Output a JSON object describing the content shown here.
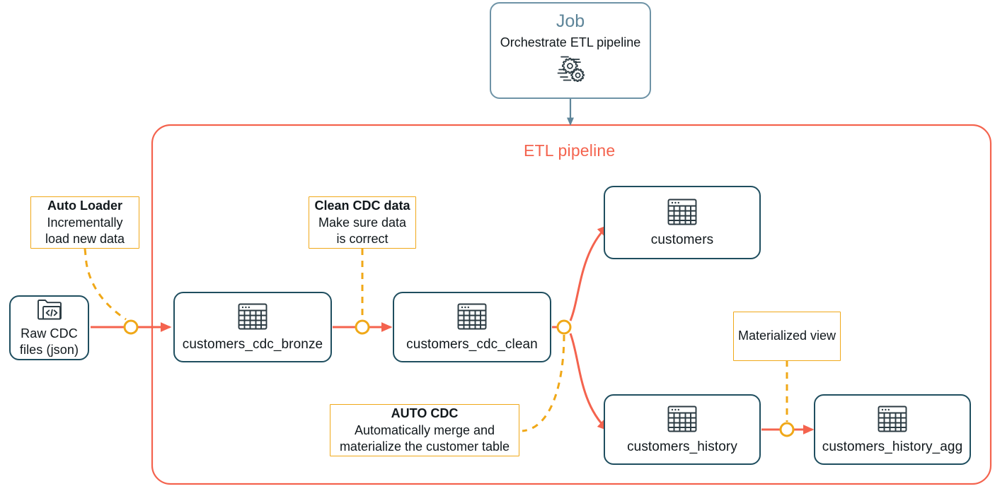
{
  "diagram": {
    "title": "ETL pipeline",
    "colors": {
      "node_border": "#1F4E5F",
      "job_border": "#6E93A6",
      "job_title": "#5E8599",
      "note_border": "#F0A818",
      "connector": "#F4634E",
      "connector_node": "#F0A818",
      "text": "#11181C",
      "background": "#ffffff"
    }
  },
  "job": {
    "title": "Job",
    "subtitle": "Orchestrate ETL pipeline",
    "icon": "gears-icon"
  },
  "pipeline": {
    "label": "ETL pipeline"
  },
  "nodes": {
    "raw_cdc": {
      "label_line1": "Raw CDC",
      "label_line2": "files (json)",
      "icon": "folder-code-icon"
    },
    "bronze": {
      "label": "customers_cdc_bronze",
      "icon": "table-icon"
    },
    "clean": {
      "label": "customers_cdc_clean",
      "icon": "table-icon"
    },
    "customers": {
      "label": "customers",
      "icon": "table-icon"
    },
    "customers_history": {
      "label": "customers_history",
      "icon": "table-icon"
    },
    "customers_history_agg": {
      "label": "customers_history_agg",
      "icon": "table-icon"
    }
  },
  "notes": {
    "auto_loader": {
      "title": "Auto Loader",
      "line1": "Incrementally",
      "line2": "load new data"
    },
    "clean_cdc": {
      "title": "Clean CDC data",
      "line1": "Make sure data",
      "line2": "is correct"
    },
    "auto_cdc": {
      "title": "AUTO CDC",
      "line1": "Automatically merge and",
      "line2": "materialize the customer table"
    },
    "materialized_view": {
      "text": "Materialized view"
    }
  }
}
